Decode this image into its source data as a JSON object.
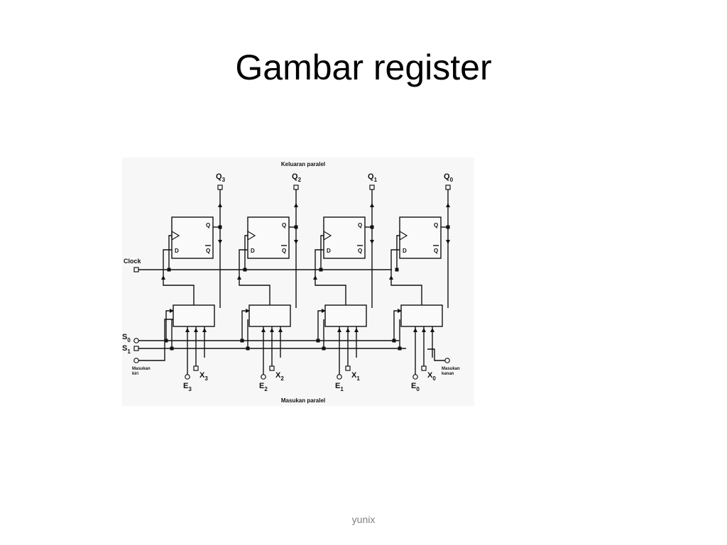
{
  "slide": {
    "title": "Gambar register",
    "footer": "yunix"
  },
  "diagram": {
    "top_caption": "Keluaran paralel",
    "bottom_caption": "Masukan paralel",
    "clock_label": "Clock",
    "select_labels": [
      "S",
      "S"
    ],
    "select_subscripts": [
      "0",
      "1"
    ],
    "left_serial_input": "Masukan\nkiri",
    "right_serial_input": "Masukan\nkanan",
    "outputs": [
      {
        "name": "Q",
        "sub": "3"
      },
      {
        "name": "Q",
        "sub": "2"
      },
      {
        "name": "Q",
        "sub": "1"
      },
      {
        "name": "Q",
        "sub": "0"
      }
    ],
    "enables": [
      {
        "name": "E",
        "sub": "3"
      },
      {
        "name": "E",
        "sub": "2"
      },
      {
        "name": "E",
        "sub": "1"
      },
      {
        "name": "E",
        "sub": "0"
      }
    ],
    "inputs": [
      {
        "name": "X",
        "sub": "3"
      },
      {
        "name": "X",
        "sub": "2"
      },
      {
        "name": "X",
        "sub": "1"
      },
      {
        "name": "X",
        "sub": "0"
      }
    ],
    "flipflop_pins": {
      "d": "D",
      "q": "Q",
      "qbar": "Q"
    },
    "stages": 4
  }
}
